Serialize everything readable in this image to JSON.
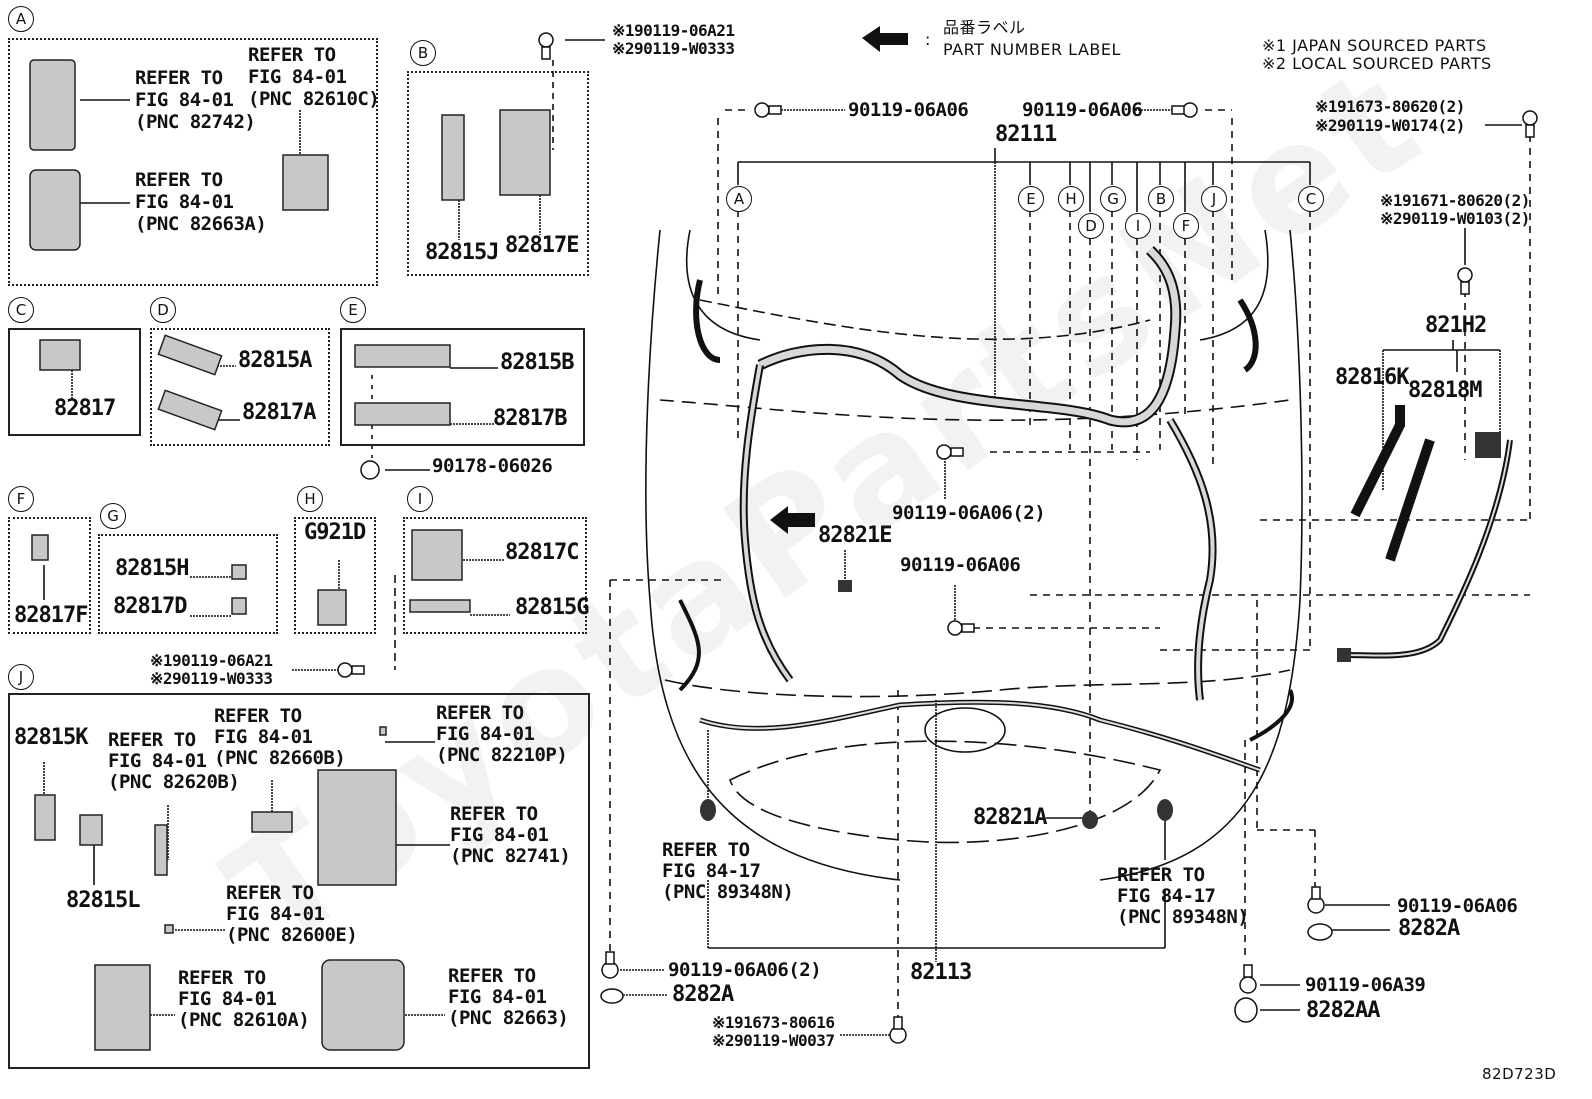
{
  "diagram": {
    "figure_code": "82D723D",
    "watermark": "ToyotaPartsNet",
    "legend": {
      "label_jp": "品番ラベル",
      "label_en": "PART NUMBER LABEL",
      "separator": ":",
      "note1": "※1 JAPAN SOURCED PARTS",
      "note2": "※2 LOCAL SOURCED PARTS"
    },
    "insets": {
      "A": {
        "letter": "A",
        "refs": [
          [
            "REFER TO",
            "FIG 84-01",
            "(PNC 82742)"
          ],
          [
            "REFER TO",
            "FIG 84-01",
            "(PNC 82610C)"
          ],
          [
            "REFER TO",
            "FIG 84-01",
            "(PNC 82663A)"
          ]
        ]
      },
      "B": {
        "letter": "B",
        "parts": [
          "82815J",
          "82817E"
        ],
        "bolt": [
          "※190119-06A21",
          "※290119-W0333"
        ]
      },
      "C": {
        "letter": "C",
        "parts": [
          "82817"
        ]
      },
      "D": {
        "letter": "D",
        "parts": [
          "82815A",
          "82817A"
        ]
      },
      "E": {
        "letter": "E",
        "parts": [
          "82815B",
          "82817B"
        ],
        "clip": "90178-06026"
      },
      "F": {
        "letter": "F",
        "parts": [
          "82817F"
        ]
      },
      "G": {
        "letter": "G",
        "parts": [
          "82815H",
          "82817D"
        ]
      },
      "H": {
        "letter": "H",
        "parts": [
          "G921D"
        ]
      },
      "I": {
        "letter": "I",
        "parts": [
          "82817C",
          "82815G"
        ],
        "bolt": [
          "※190119-06A21",
          "※290119-W0333"
        ]
      },
      "J": {
        "letter": "J",
        "parts": [
          "82815K",
          "82815L"
        ],
        "refs": [
          [
            "REFER TO",
            "FIG 84-01",
            "(PNC 82620B)"
          ],
          [
            "REFER TO",
            "FIG 84-01",
            "(PNC 82660B)"
          ],
          [
            "REFER TO",
            "FIG 84-01",
            "(PNC 82210P)"
          ],
          [
            "REFER TO",
            "FIG 84-01",
            "(PNC 82741)"
          ],
          [
            "REFER TO",
            "FIG 84-01",
            "(PNC 82600E)"
          ],
          [
            "REFER TO",
            "FIG 84-01",
            "(PNC 82610A)"
          ],
          [
            "REFER TO",
            "FIG 84-01",
            "(PNC 82663)"
          ]
        ]
      }
    },
    "main": {
      "harness": "82111",
      "harness_lower": "82113",
      "circles": [
        "A",
        "E",
        "H",
        "D",
        "G",
        "I",
        "B",
        "F",
        "J",
        "C"
      ],
      "bolts": {
        "top_left": "90119-06A06",
        "top_mid": "90119-06A06",
        "top_right": [
          "※191673-80620(2)",
          "※290119-W0174(2)"
        ],
        "right_mid": [
          "※191671-80620(2)",
          "※290119-W0103(2)"
        ],
        "center_2": "90119-06A06(2)",
        "center": "90119-06A06",
        "bottom_left": "90119-06A06(2)",
        "bottom_center": [
          "※191673-80616",
          "※290119-W0037"
        ],
        "bottom_right_1": "90119-06A06",
        "bottom_right_2": "90119-06A39"
      },
      "parts": {
        "sub_harness": "821H2",
        "sub_a": "82816K",
        "sub_b": "82818M",
        "label_e": "82821E",
        "label_a": "82821A",
        "grommet_l": "8282A",
        "grommet_r": "8282A",
        "grommet_aa": "8282AA"
      },
      "refs": [
        [
          "REFER TO",
          "FIG 84-17",
          "(PNC 89348N)"
        ],
        [
          "REFER TO",
          "FIG 84-17",
          "(PNC 89348N)"
        ]
      ]
    }
  }
}
